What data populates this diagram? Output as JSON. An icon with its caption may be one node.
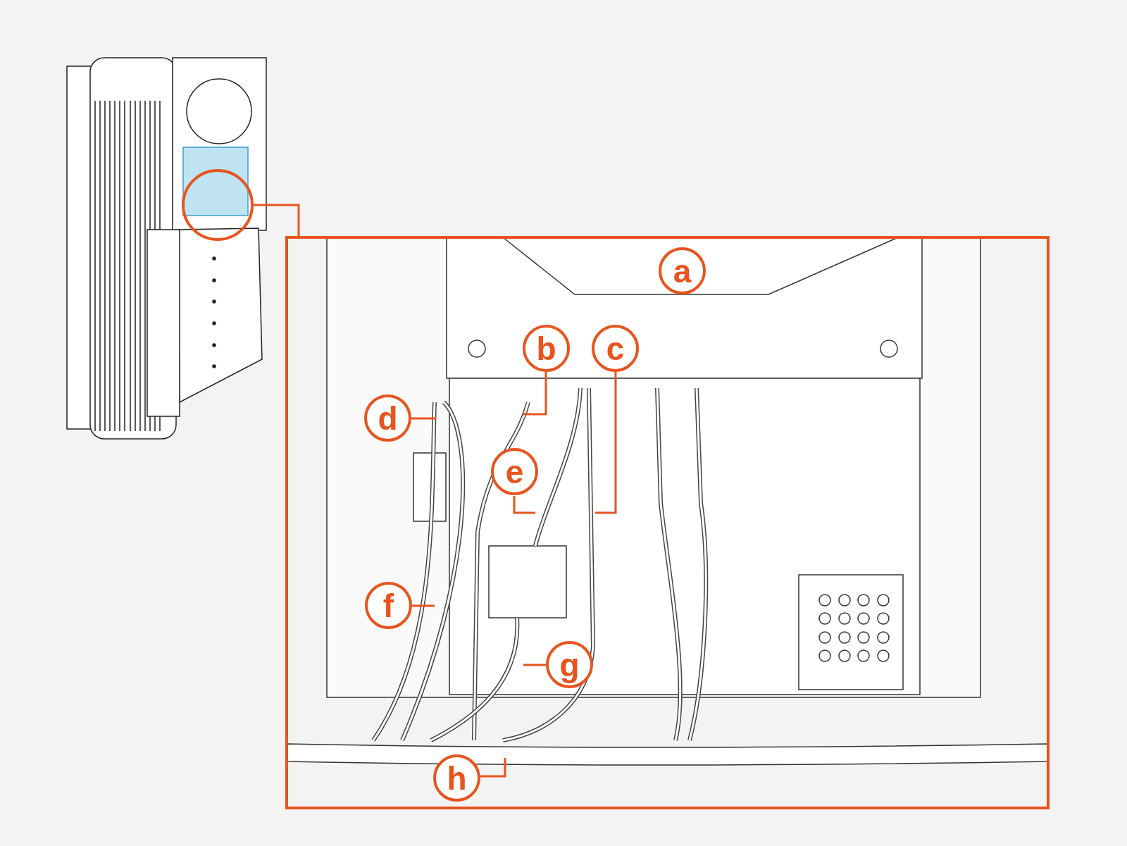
{
  "diagram": {
    "nodes": [
      {
        "text": [],
        "shape": "circle"
      },
      {
        "text": [],
        "shape": "box"
      },
      {
        "text": [
          "a"
        ],
        "in": 1
      },
      {
        "text": [
          "b"
        ],
        "in": 1
      },
      {
        "text": [
          "c"
        ],
        "in": 1
      },
      {
        "text": [
          "d"
        ],
        "in": 1
      },
      {
        "text": [
          "e"
        ],
        "in": 1
      },
      {
        "text": [
          "f"
        ],
        "in": 1
      },
      {
        "text": [
          "g"
        ],
        "in": 1
      },
      {
        "text": [
          "h"
        ],
        "in": 1
      }
    ],
    "edges": [
      {
        "from": 0,
        "to": 1,
        "arrow": "none"
      },
      {
        "from": 3,
        "to": null,
        "arrow": "none"
      },
      {
        "from": 4,
        "to": null,
        "arrow": "none"
      },
      {
        "from": 5,
        "to": null,
        "arrow": "none"
      },
      {
        "from": 6,
        "to": null,
        "arrow": "none"
      },
      {
        "from": 7,
        "to": null,
        "arrow": "none"
      },
      {
        "from": 8,
        "to": null,
        "arrow": "none"
      },
      {
        "from": 9,
        "to": null,
        "arrow": "none"
      }
    ]
  }
}
